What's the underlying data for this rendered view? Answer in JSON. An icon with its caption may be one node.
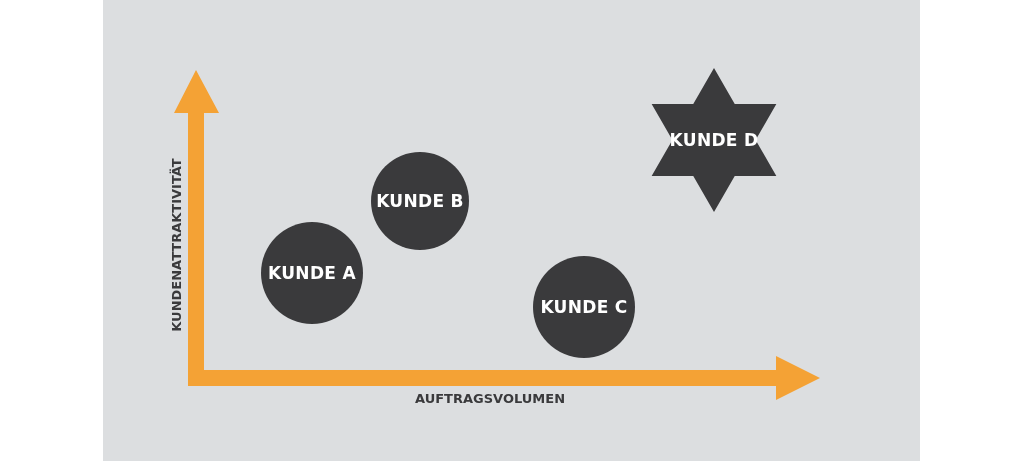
{
  "diagram": {
    "nodes": [
      {
        "text": [
          "KUNDE A"
        ]
      },
      {
        "text": [
          "KUNDE B"
        ]
      },
      {
        "text": [
          "KUNDE C"
        ]
      },
      {
        "text": [
          "KUNDE D"
        ]
      }
    ],
    "edges": [],
    "labels": [
      "KUNDENATTRAKTIVITÄT",
      "AUFTRAGSVOLUMEN"
    ]
  }
}
